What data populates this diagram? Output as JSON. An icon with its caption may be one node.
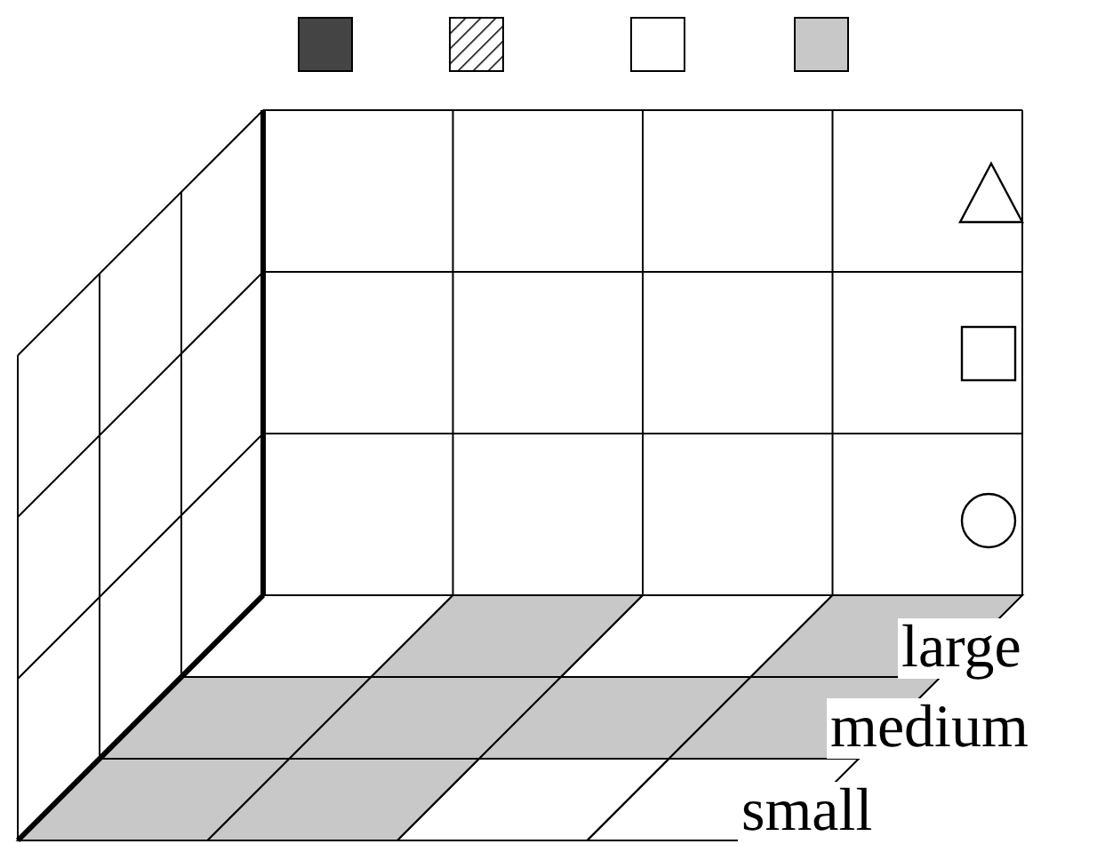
{
  "diagram": {
    "labels": [
      "large",
      "medium",
      "small"
    ]
  }
}
